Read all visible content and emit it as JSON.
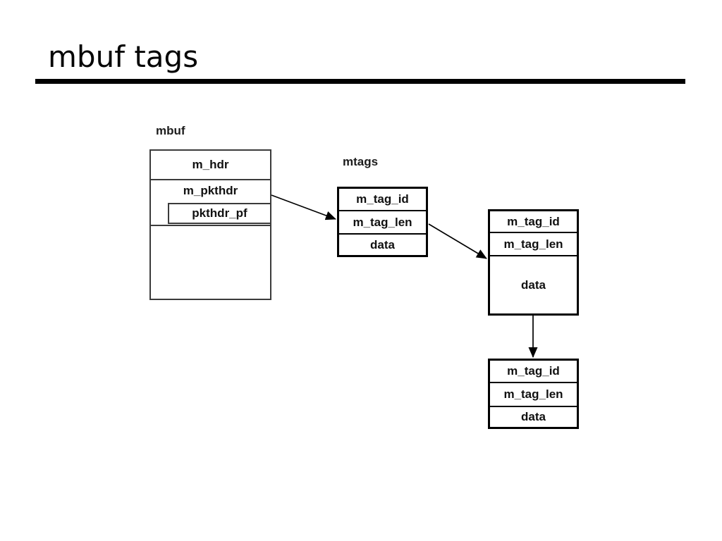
{
  "slide": {
    "title": "mbuf tags"
  },
  "diagram": {
    "mbuf": {
      "label": "mbuf",
      "row_mhdr": "m_hdr",
      "row_mpkthdr": "m_pkthdr",
      "inset_pkthdr_pf": "pkthdr_pf"
    },
    "mtags_label": "mtags",
    "tags": [
      {
        "rows": [
          "m_tag_id",
          "m_tag_len",
          "data"
        ]
      },
      {
        "rows": [
          "m_tag_id",
          "m_tag_len",
          "data"
        ]
      },
      {
        "rows": [
          "m_tag_id",
          "m_tag_len",
          "data"
        ]
      }
    ]
  },
  "colors": {
    "text": "#000000",
    "tag_border": "#000000",
    "mbuf_border": "#3b3b3b",
    "underline": "#000000",
    "arrow": "#000000"
  }
}
